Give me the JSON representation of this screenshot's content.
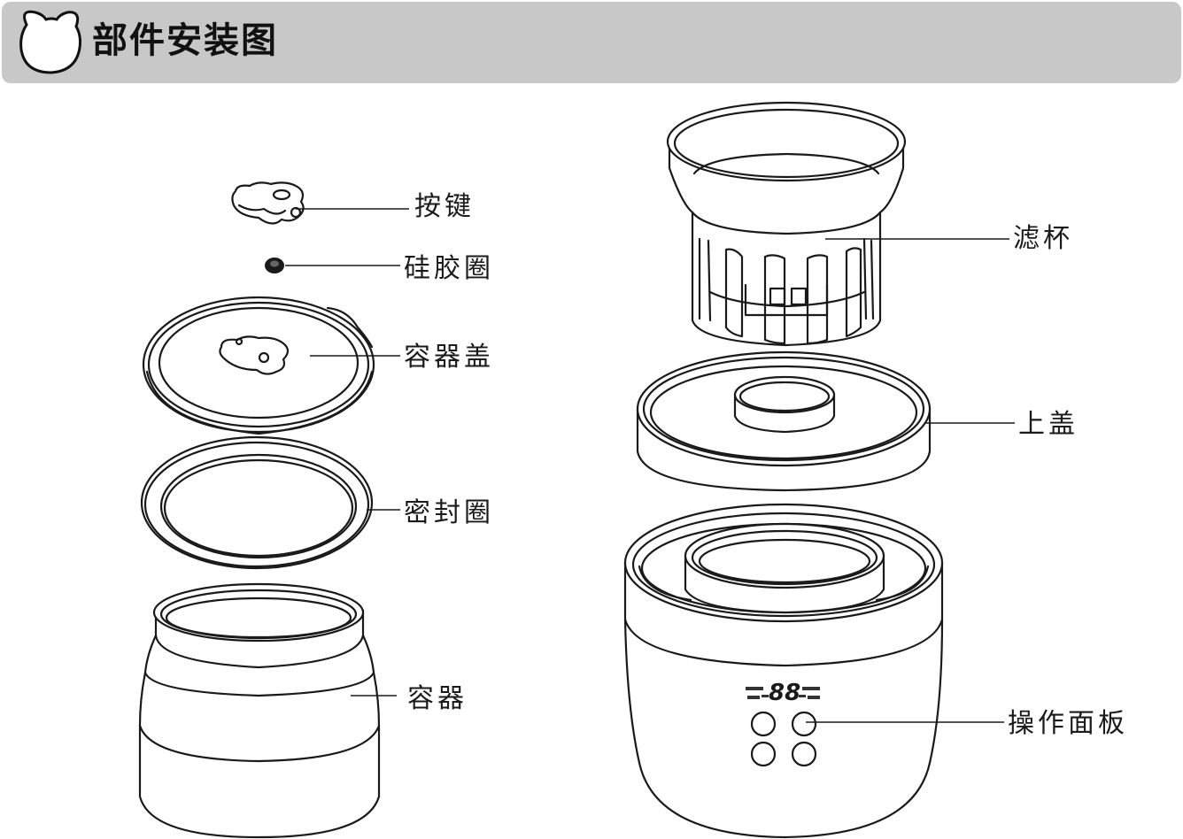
{
  "header": {
    "title": "部件安装图"
  },
  "labels": {
    "button": "按键",
    "silicone_ring": "硅胶圈",
    "container_lid": "容器盖",
    "sealing_ring": "密封圈",
    "container": "容器",
    "filter_cup": "滤杯",
    "upper_lid": "上盖",
    "control_panel": "操作面板"
  },
  "display": {
    "digits": "88"
  }
}
